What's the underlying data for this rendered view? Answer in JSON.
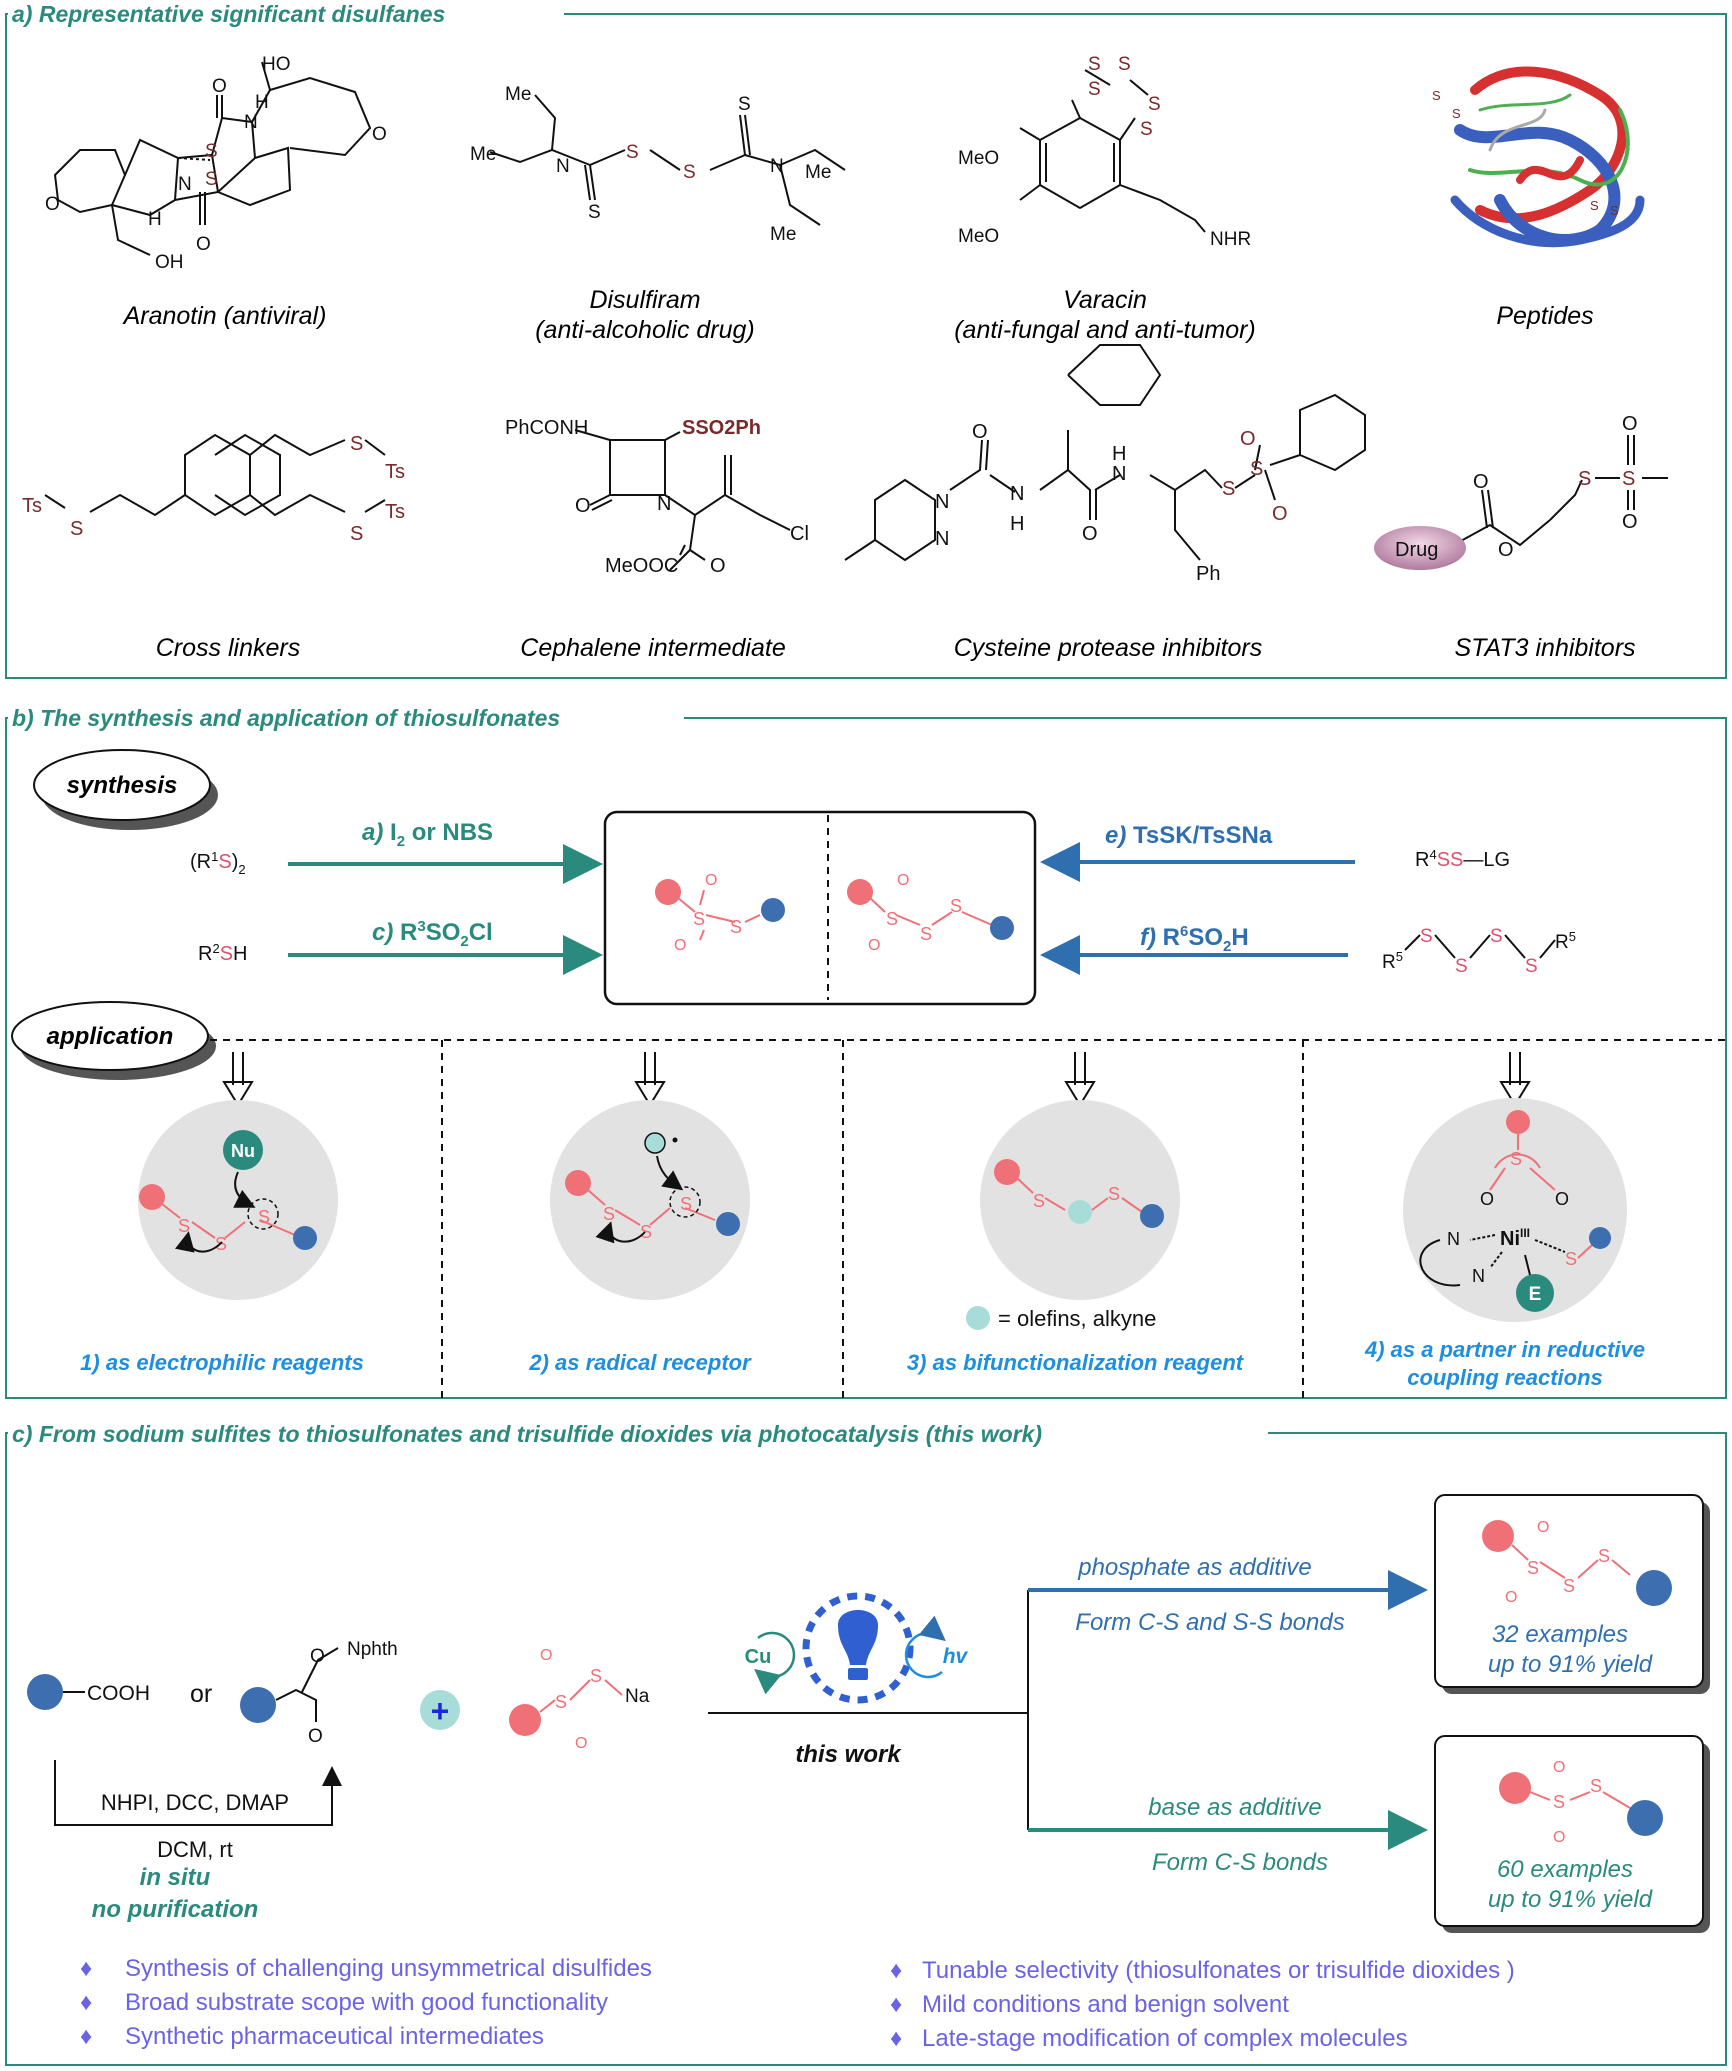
{
  "colors": {
    "teal": "#2a8a7e",
    "blue": "#2f6fb0",
    "sky": "#1e8fe0",
    "violet": "#6b63e6",
    "pink": "#f07078",
    "dot_blue": "#3d6fb0",
    "dot_teal": "#a8dcd8",
    "sulfur": "#7a2a2a",
    "gray_circle": "#e2e2e2"
  },
  "section_a": {
    "title": "a) Representative significant disulfanes",
    "captions": [
      "Aranotin (antiviral)",
      "Disulfiram",
      "(anti-alcoholic drug)",
      "Varacin",
      "(anti-fungal and anti-tumor)",
      "Peptides",
      "Cross linkers",
      "Cephalene intermediate",
      "Cysteine protease inhibitors",
      "STAT3 inhibitors"
    ],
    "atoms": {
      "ho": "HO",
      "h": "H",
      "oh": "OH",
      "o": "O",
      "n": "N",
      "s": "S",
      "me": "Me",
      "meo": "MeO",
      "nhr": "NHR",
      "ts": "Ts",
      "phconh": "PhCONH",
      "sso2ph": "SSO2Ph",
      "cl": "Cl",
      "meooc": "MeOOC",
      "ph": "Ph",
      "drug": "Drug"
    }
  },
  "section_b": {
    "title_prefix": "b) The synthesis and application of ",
    "title_italic": "thiosulfonates",
    "synthesis_label": "synthesis",
    "application_label": "application",
    "reagent_left_1": "(R1S)2",
    "reagent_left_2": "R2SH",
    "arrow_a": "a) I2 or NBS",
    "arrow_c": "c) R3SO2Cl",
    "arrow_e": "e) TsSK/TsSNa",
    "arrow_f": "f) R6SO2H",
    "reagent_right_1": "R4SS—LG",
    "reagent_right_2": "R5 S S S S R5",
    "apps": [
      "1) as electrophilic reagents",
      "2) as radical receptor",
      "3) as bifunctionalization reagent",
      "4) as a partner in reductive",
      "coupling reactions"
    ],
    "nu": "Nu",
    "e": "E",
    "ni": "Ni",
    "ni_ox": "III",
    "olefin_note": "= olefins, alkyne"
  },
  "section_c": {
    "title": "c) From sodium sulfites to thiosulfonates and trisulfide dioxides via photocatalysis (this work)",
    "cooh": "COOH",
    "or": "or",
    "nphth": "Nphth",
    "na": "Na",
    "conditions_1": "NHPI, DCC, DMAP",
    "conditions_2": "DCM, rt",
    "in_situ": "in situ",
    "no_purification": "no purification",
    "cu": "Cu",
    "hv": "hv",
    "this_work": "this work",
    "upper_additive": "phosphate as additive",
    "upper_bonds": "Form C-S and S-S bonds",
    "lower_additive": "base as additive",
    "lower_bonds": "Form C-S bonds",
    "upper_result": [
      "32 examples",
      "up to 91% yield"
    ],
    "lower_result": [
      "60 examples",
      "up to 91% yield"
    ],
    "bullets_left": [
      "Synthesis of challenging unsymmetrical disulfides",
      "Broad substrate scope with good functionality",
      "Synthetic pharmaceutical intermediates"
    ],
    "bullets_right": [
      "Tunable selectivity (thiosulfonates or trisulfide dioxides )",
      "Mild conditions and benign solvent",
      "Late-stage modification of complex molecules"
    ]
  }
}
